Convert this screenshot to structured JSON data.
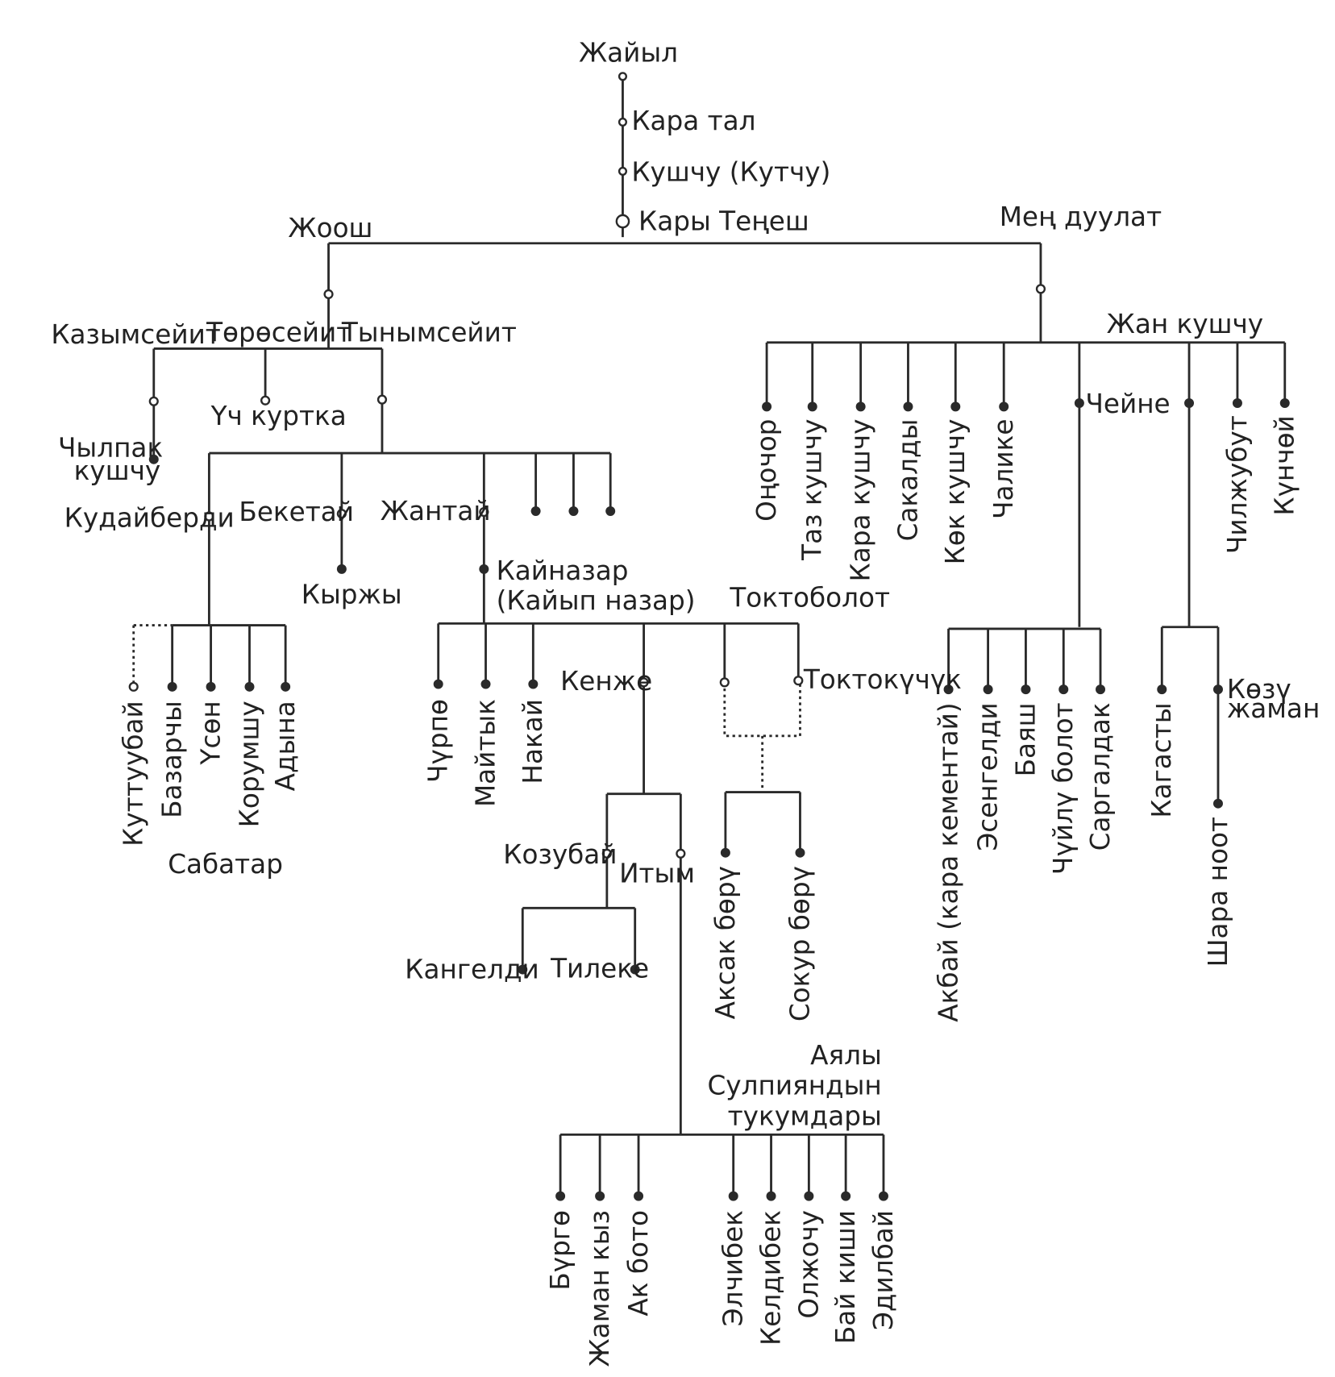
{
  "tree": {
    "root": "Жайыл",
    "kara_tal": "Кара тал",
    "kushchu": "Кушчу (Кутчу)",
    "kary_tengesh": "Кары Теңеш",
    "zhoosh": "Жоош",
    "men_duulat": "Мең дуулат",
    "kazymseyit": "Казымсейит",
    "torosseyit": "Төрөсейит",
    "tynymseyit": "Тынымсейит",
    "chylpak_1": "Чылпак",
    "chylpak_2": "кушчу",
    "uch_kurtka": "Үч куртка",
    "kudaiberdi": "Кудайберди",
    "beketai": "Бекетай",
    "zhantai": "Жантай",
    "kyrzhy": "Кыржы",
    "kainazar_1": "Кайназар",
    "kainazar_2": "(Кайып назар)",
    "toktobolot": "Токтоболот",
    "kuttuubai": "Куттуубай",
    "bazarchy": "Базарчы",
    "usen": "Үсөн",
    "korumshu": "Корумшу",
    "adyna": "Адына",
    "sabatar": "Сабатар",
    "churpo": "Чүрпө",
    "maityk": "Майтык",
    "nakai": "Накай",
    "kenzhe": "Кенже",
    "toktokuchuk": "Токтокүчүк",
    "kozubai": "Козубай",
    "itym": "Итым",
    "kangeldi": "Кангелди",
    "tileke": "Тилеке",
    "aksak_boru": "Аксак бөрү",
    "sokur_boru": "Сокур бөрү",
    "aiyaly_1": "Аялы",
    "aiyaly_2": "Сулпияндын",
    "aiyaly_3": "тукумдары",
    "burge": "Бүргө",
    "zhaman_kyz": "Жаман кыз",
    "ak_boto": "Ак бото",
    "elchibek": "Элчибек",
    "keldibek": "Келдибек",
    "olzhochu": "Олжочу",
    "bai_kishi": "Бай киши",
    "edilbai": "Эдилбай",
    "zhan_kushchu": "Жан кушчу",
    "onochor": "Оңочор",
    "taz_kushchu": "Таз кушчу",
    "kara_kushchu": "Кара кушчу",
    "sakaldy": "Сакалды",
    "kok_kushchu": "Көк кушчу",
    "chalike": "Чалике",
    "cheine": "Чейне",
    "chilzhubut": "Чилжубут",
    "kunchoi": "Күнчөй",
    "akbai": "Акбай (кара кементай)",
    "esengeldi": "Эсенгелди",
    "bayash": "Баяш",
    "chuilu_bolot": "Чүйлү болот",
    "sargaldak": "Саргалдак",
    "kagasty": "Кагасты",
    "kozu_1": "Көзү",
    "kozu_2": "жаман",
    "shara_noot": "Шара ноот"
  }
}
